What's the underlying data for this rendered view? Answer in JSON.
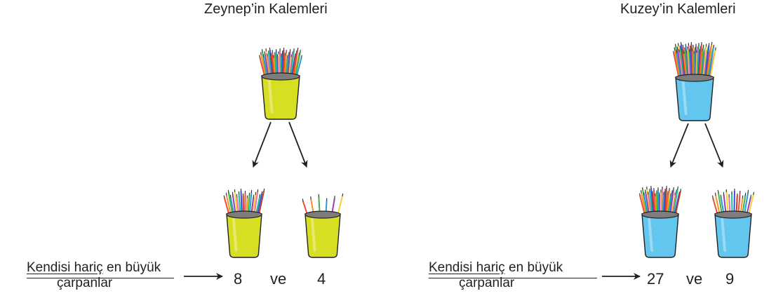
{
  "left_panel": {
    "title": "Zeynep’in Kalemleri",
    "caption_underlined": "Kendisi hariç",
    "caption_rest": " en büyük",
    "caption_line2": "çarpanlar",
    "factor_a": "8",
    "connector": "ve",
    "factor_b": "4"
  },
  "right_panel": {
    "title": "Kuzey’in Kalemleri",
    "caption_underlined": "Kendisi hariç",
    "caption_rest": " en büyük",
    "caption_line2": "çarpanlar",
    "factor_a": "27",
    "connector": "ve",
    "factor_b": "9"
  },
  "colors": {
    "yellow_cup": "#d7df23",
    "blue_cup": "#62c6ee",
    "ink": "#231f20"
  }
}
